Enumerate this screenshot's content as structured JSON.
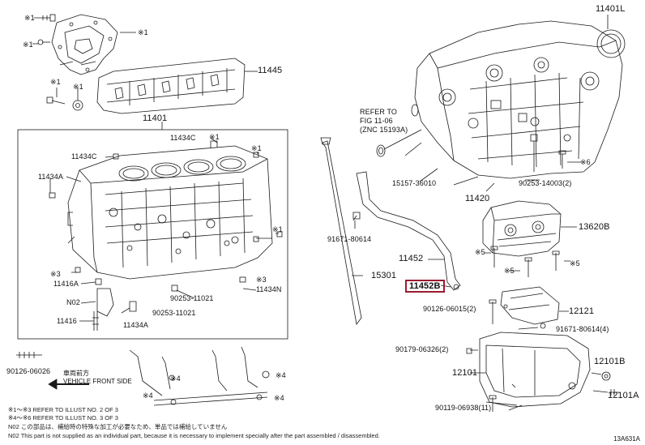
{
  "diagram": {
    "frame_label": "11401",
    "labels": {
      "p11401L": "11401L",
      "p11445": "11445",
      "p11434C_a": "11434C",
      "p11434C_b": "11434C",
      "p11434A_a": "11434A",
      "p11434A_b": "11434A",
      "p11434N": "11434N",
      "p11416A": "11416A",
      "p11416": "11416",
      "pN02": "N02",
      "p90253_11021": "90253-11021",
      "p90253_11021b": "90253-11021",
      "p90126_06026": "90126-06026",
      "p15157": "15157-36010",
      "p11420": "11420",
      "p90253_14003": "90253-14003(2)",
      "p91671_80614": "91671-80614",
      "p13620B": "13620B",
      "p11452": "11452",
      "p15301": "15301",
      "p11452B": "11452B",
      "p90126_06015": "90126-06015(2)",
      "p12121": "12121",
      "p91671_80614_4": "91671-80614(4)",
      "p90179": "90179-06326(2)",
      "p12101": "12101",
      "p12101B": "12101B",
      "p12101A": "12101A",
      "p90119": "90119-06938(11)"
    },
    "refer": {
      "line1": "REFER TO",
      "line2": "FIG 11-06",
      "line3": "(ZNC 15193A)"
    },
    "vehicle_front": {
      "jp": "車両前方",
      "en": "VEHICLE FRONT SIDE"
    },
    "refs": {
      "r1": "※1",
      "r3": "※3",
      "r4": "※4",
      "r5": "※5",
      "r6": "※6"
    },
    "notes": [
      "※1～※3 REFER TO ILLUST NO. 2 OF 3",
      "※4～※6 REFER TO ILLUST NO. 3 OF 3",
      "N02 この部品は、補給時の特殊な加工が必要なため、単品では補給していません",
      "N02 This part is not supplied as an individual part, because it is necessary to implement specially after the part assembled / disassembled."
    ],
    "figure_code": "13A631A"
  }
}
